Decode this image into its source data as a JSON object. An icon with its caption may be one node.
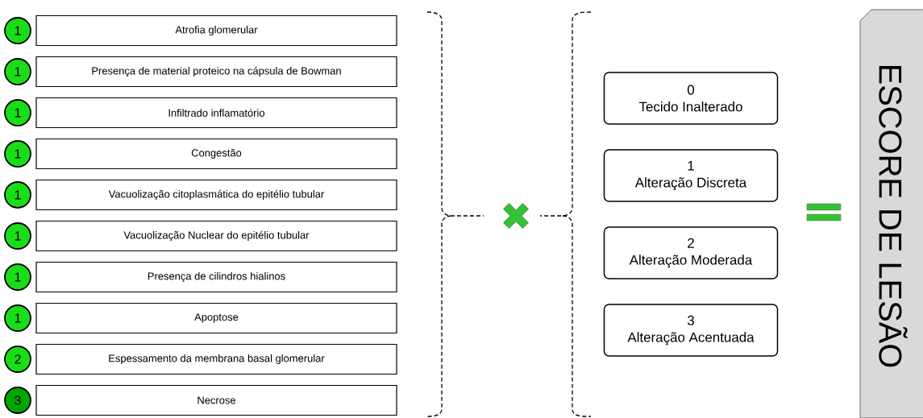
{
  "diagram": {
    "nodes": [
      {
        "text": [
          "1"
        ]
      },
      {
        "text": [
          "Atrofia glomerular"
        ]
      },
      {
        "text": [
          "1"
        ]
      },
      {
        "text": [
          "Presença de material proteico na cápsula de Bowman"
        ]
      },
      {
        "text": [
          "1"
        ]
      },
      {
        "text": [
          "Infiltrado inflamatório"
        ]
      },
      {
        "text": [
          "1"
        ]
      },
      {
        "text": [
          "Congestão"
        ]
      },
      {
        "text": [
          "1"
        ]
      },
      {
        "text": [
          "Vacuolização citoplasmática do epitélio tubular"
        ]
      },
      {
        "text": [
          "1"
        ]
      },
      {
        "text": [
          "Vacuolização Nuclear do epitélio tubular"
        ]
      },
      {
        "text": [
          "1"
        ]
      },
      {
        "text": [
          "Presença de cilindros hialinos"
        ]
      },
      {
        "text": [
          "1"
        ]
      },
      {
        "text": [
          "Apoptose"
        ]
      },
      {
        "text": [
          "2"
        ]
      },
      {
        "text": [
          "Espessamento da membrana basal glomerular"
        ]
      },
      {
        "text": [
          "3"
        ]
      },
      {
        "text": [
          "Necrose"
        ]
      },
      {
        "text": [
          "0",
          "Tecido Inalterado"
        ]
      },
      {
        "text": [
          "1",
          "Alteração Discreta"
        ]
      },
      {
        "text": [
          "2",
          "Alteração Moderada"
        ]
      },
      {
        "text": [
          "3",
          "Alteração Acentuada"
        ]
      },
      {
        "text": [
          "ESCORE DE LESÃO"
        ]
      }
    ],
    "edges": []
  }
}
